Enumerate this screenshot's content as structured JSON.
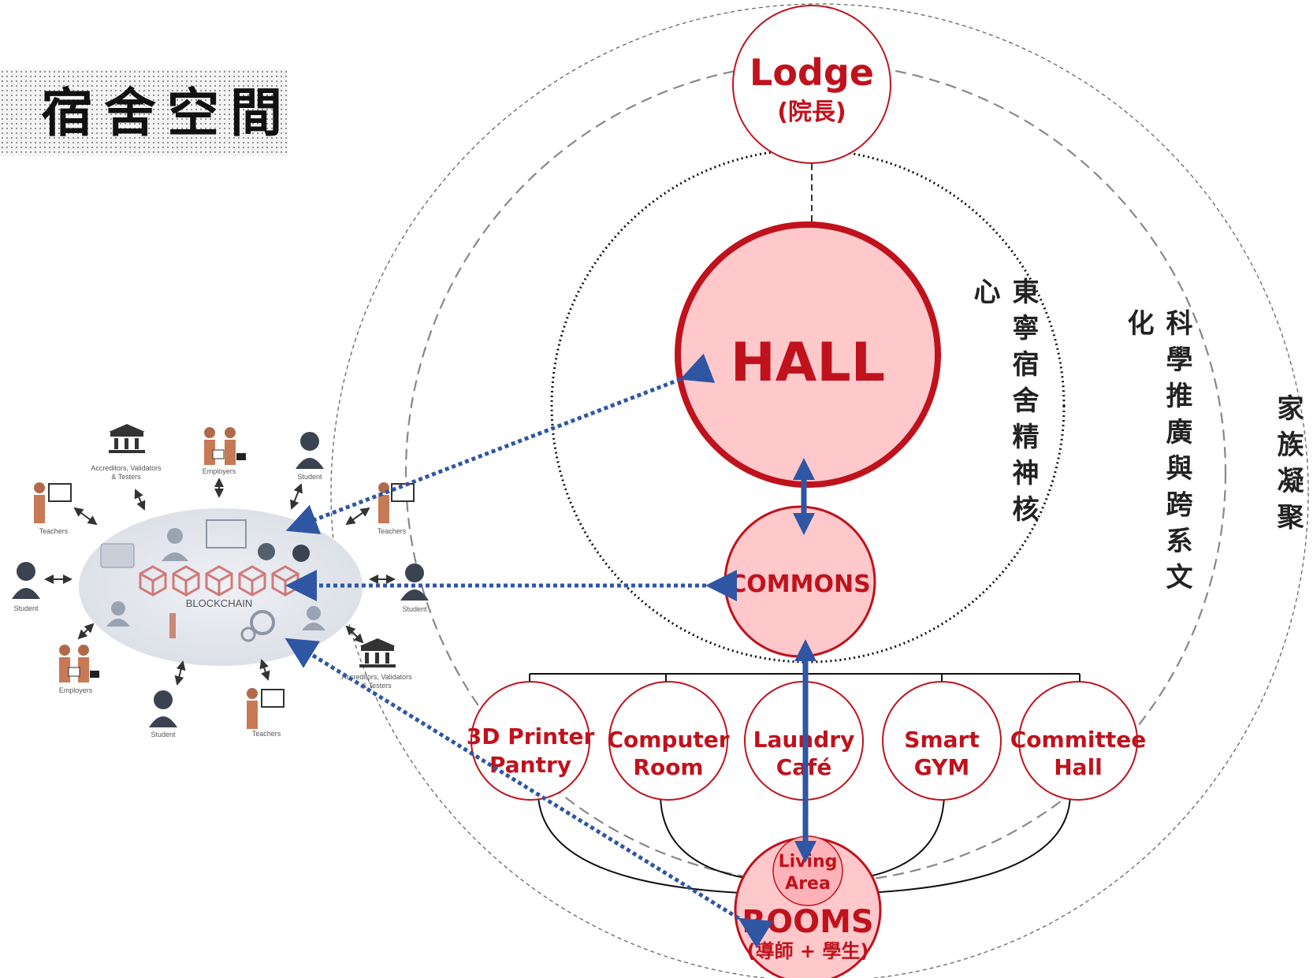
{
  "title": "宿舍空間",
  "lodge": {
    "name": "Lodge",
    "sub": "(院長)"
  },
  "hall": "HALL",
  "commons": "COMMONS",
  "facilities": [
    {
      "line1": "3D Printer",
      "line2": "Pantry"
    },
    {
      "line1": "Computer",
      "line2": "Room"
    },
    {
      "line1": "Laundry",
      "line2": "Café"
    },
    {
      "line1": "Smart",
      "line2": "GYM"
    },
    {
      "line1": "Committee",
      "line2": "Hall"
    }
  ],
  "living_area": {
    "line1": "Living",
    "line2": "Area"
  },
  "rooms": {
    "name": "ROOMS",
    "sub": "(導師 + 學生)"
  },
  "vertical_labels": {
    "core": "東寧宿舍精神核心",
    "science": "科學推廣與跨系文化",
    "family": "家族凝聚"
  },
  "blockchain": {
    "center_label": "BLOCKCHAIN",
    "actors": {
      "accreditors_top_1": "Accreditors, Validators",
      "accreditors_top_2": "& Testers",
      "employers_top": "Employers",
      "student_top": "Student",
      "teachers_left": "Teachers",
      "teachers_right": "Teachers",
      "student_left": "Student",
      "student_right": "Student",
      "accreditors_bottom_1": "Accreditors, Validators",
      "accreditors_bottom_2": "& Testers",
      "employers_bottom": "Employers",
      "student_bottom": "Student",
      "teachers_bottom": "Teachers"
    }
  },
  "colors": {
    "red": "#c0121c",
    "pink_fill": "#ffc9cc",
    "blue_arrow": "#2f56a3"
  }
}
